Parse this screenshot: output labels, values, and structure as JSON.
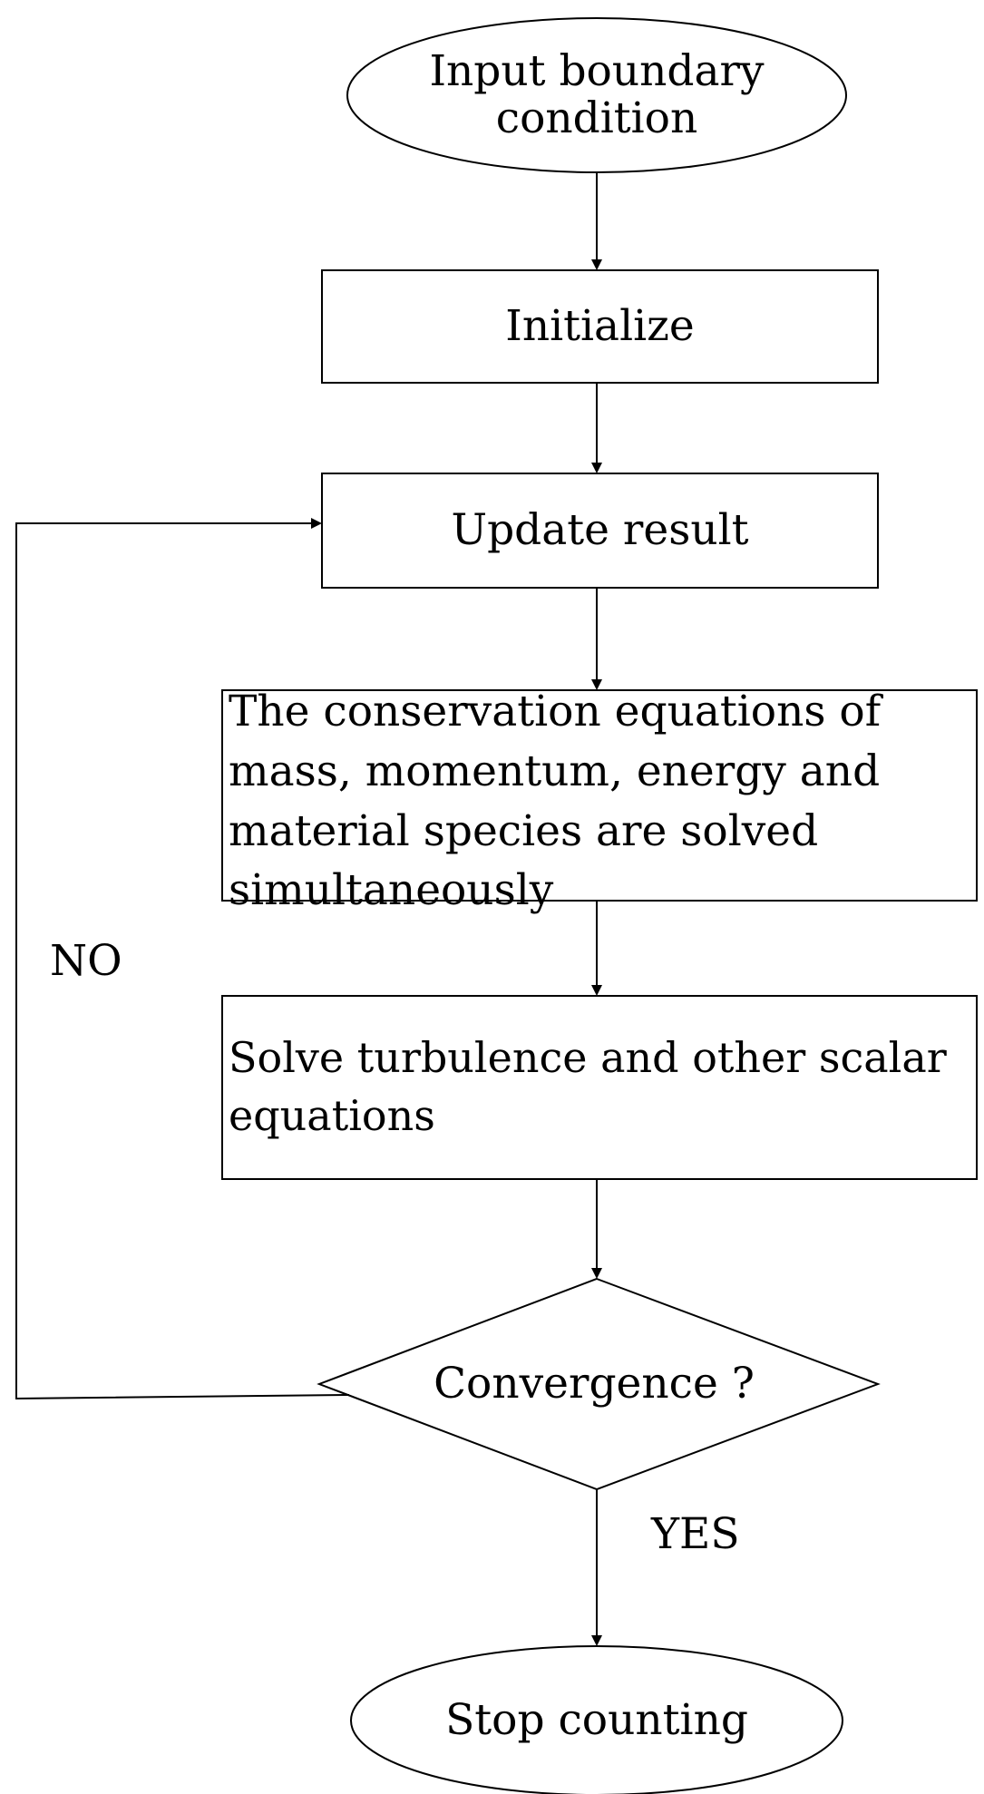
{
  "flowchart": {
    "nodes": {
      "input": {
        "label_line1": "Input boundary",
        "label_line2": "condition",
        "shape": "ellipse"
      },
      "initialize": {
        "label": "Initialize",
        "shape": "rectangle"
      },
      "update": {
        "label": "Update result",
        "shape": "rectangle"
      },
      "conservation": {
        "label_line1": "The conservation equations of",
        "label_line2": "mass, momentum, energy and",
        "label_line3": "material species are solved",
        "label_line4": "simultaneously",
        "shape": "rectangle"
      },
      "turbulence": {
        "label_line1": "Solve turbulence and other scalar",
        "label_line2": "equations",
        "shape": "rectangle"
      },
      "convergence": {
        "label": "Convergence ?",
        "shape": "diamond"
      },
      "stop": {
        "label": "Stop counting",
        "shape": "ellipse"
      }
    },
    "edge_labels": {
      "no": "NO",
      "yes": "YES"
    },
    "colors": {
      "stroke": "#000000",
      "fill": "#ffffff",
      "text": "#000000"
    }
  }
}
